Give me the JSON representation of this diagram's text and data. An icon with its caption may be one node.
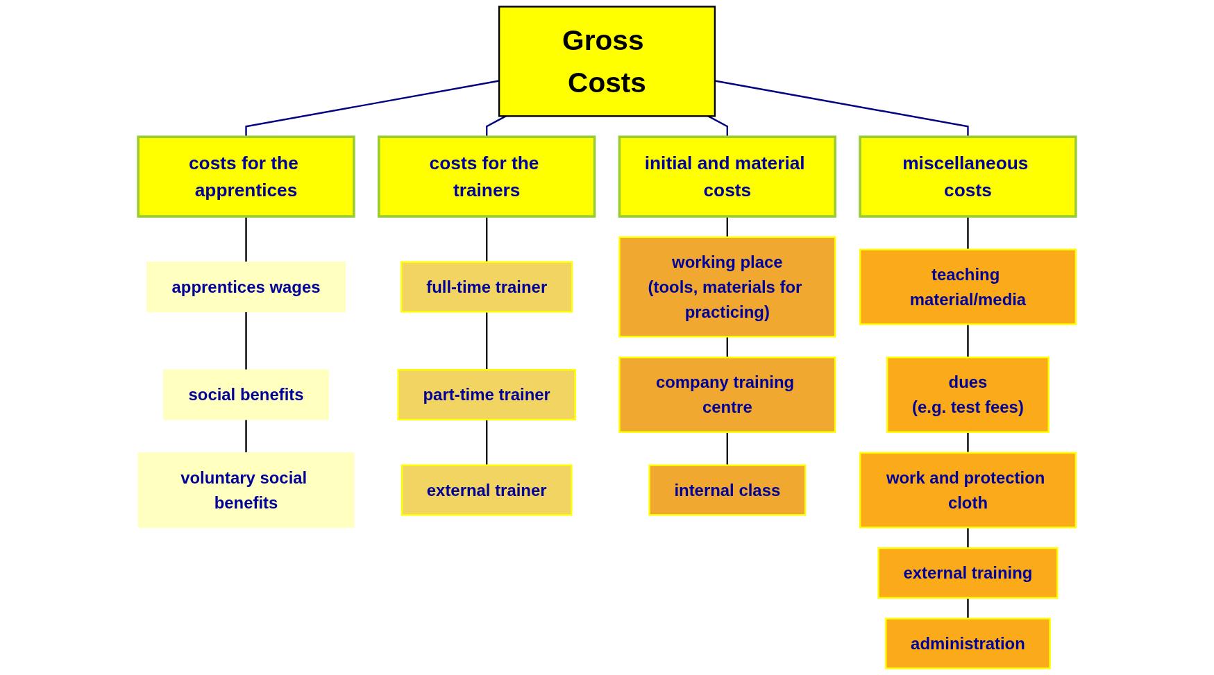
{
  "diagram": {
    "nodes": [
      {
        "text": [
          "Gross Costs"
        ]
      },
      {
        "text": [
          "costs for the apprentices"
        ]
      },
      {
        "text": [
          "costs for the trainers"
        ]
      },
      {
        "text": [
          "initial and material costs"
        ]
      },
      {
        "text": [
          "miscellaneous costs"
        ]
      },
      {
        "text": [
          "apprentices wages"
        ]
      },
      {
        "text": [
          "social benefits"
        ]
      },
      {
        "text": [
          "voluntary social benefits"
        ]
      },
      {
        "text": [
          "full-time trainer"
        ]
      },
      {
        "text": [
          "part-time trainer"
        ]
      },
      {
        "text": [
          "external trainer"
        ]
      },
      {
        "text": [
          "working place",
          "(tools, materials for practicing)"
        ]
      },
      {
        "text": [
          "company training centre"
        ]
      },
      {
        "text": [
          "internal class"
        ]
      },
      {
        "text": [
          "teaching material/media"
        ]
      },
      {
        "text": [
          "dues",
          "(e.g. test fees)"
        ]
      },
      {
        "text": [
          "work and protection cloth"
        ]
      },
      {
        "text": [
          "external training"
        ]
      },
      {
        "text": [
          "administration"
        ]
      }
    ],
    "edges": [
      {
        "from": 0,
        "to": 1,
        "arrow": "none",
        "color": "#000080"
      },
      {
        "from": 0,
        "to": 2,
        "arrow": "none",
        "color": "#000080"
      },
      {
        "from": 0,
        "to": 3,
        "arrow": "none",
        "color": "#000080"
      },
      {
        "from": 0,
        "to": 4,
        "arrow": "none",
        "color": "#000080"
      },
      {
        "from": 1,
        "to": 5,
        "arrow": "none"
      },
      {
        "from": 5,
        "to": 6,
        "arrow": "none"
      },
      {
        "from": 6,
        "to": 7,
        "arrow": "none"
      },
      {
        "from": 2,
        "to": 8,
        "arrow": "none"
      },
      {
        "from": 8,
        "to": 9,
        "arrow": "none"
      },
      {
        "from": 9,
        "to": 10,
        "arrow": "none"
      },
      {
        "from": 3,
        "to": 11,
        "arrow": "none"
      },
      {
        "from": 11,
        "to": 12,
        "arrow": "none"
      },
      {
        "from": 12,
        "to": 13,
        "arrow": "none"
      },
      {
        "from": 4,
        "to": 14,
        "arrow": "none"
      },
      {
        "from": 14,
        "to": 15,
        "arrow": "none"
      },
      {
        "from": 15,
        "to": 16,
        "arrow": "none"
      },
      {
        "from": 16,
        "to": 17,
        "arrow": "none"
      },
      {
        "from": 17,
        "to": 18,
        "arrow": "none"
      }
    ]
  }
}
